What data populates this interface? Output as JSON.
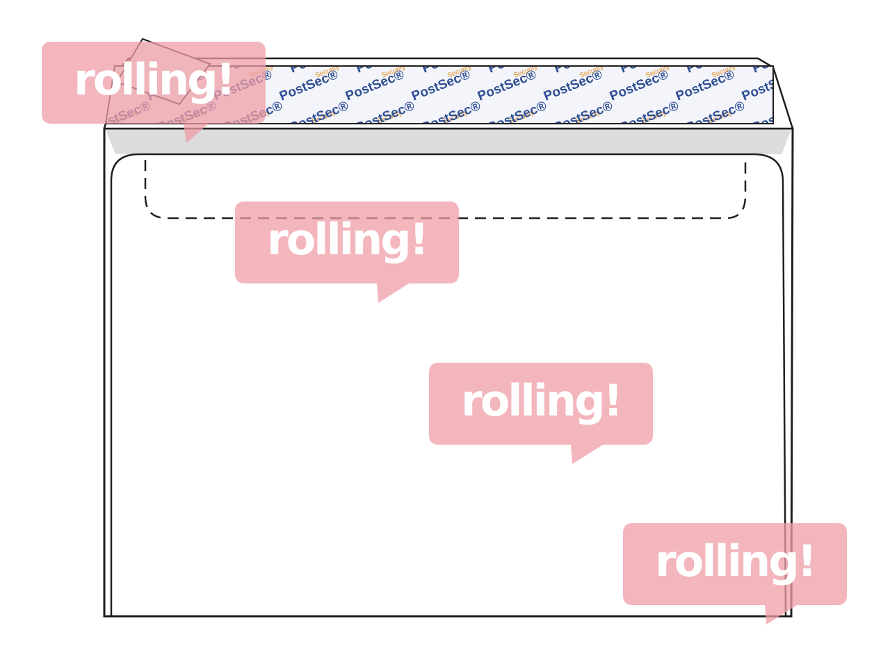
{
  "envelope": {
    "strip_brand": "PostSec",
    "strip_mark": "®",
    "strip_sub": "Security",
    "colors": {
      "outline": "#1f1f1f",
      "strip_bg": "#f4f5fb",
      "brand_text": "#2f4f93",
      "sub_text": "#e0922f",
      "inner_band": "#dcdcdc"
    }
  },
  "watermark": {
    "text": "rolling!",
    "color": "#ef9ea6"
  }
}
